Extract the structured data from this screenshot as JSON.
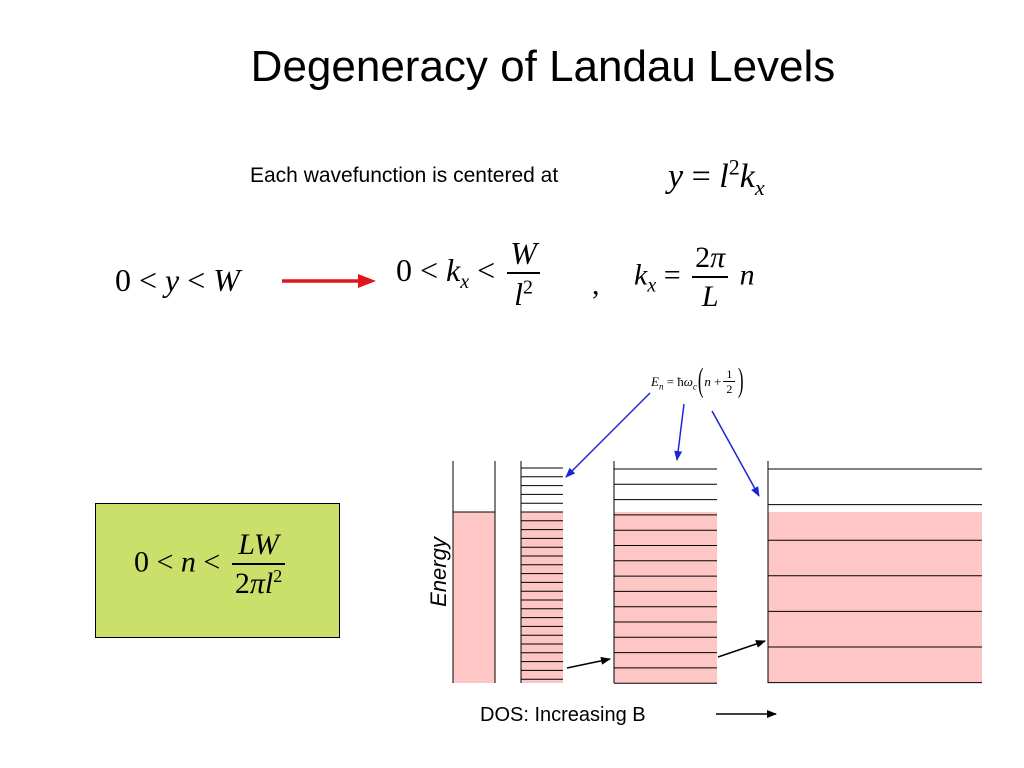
{
  "title": "Degeneracy of Landau Levels",
  "caption": "Each wavefunction is centered at",
  "energy_label": "Energy",
  "dos_label": "DOS:  Increasing B",
  "comma": ",",
  "colors": {
    "arrow_red": "#e0141b",
    "arrow_blue": "#1d24d6",
    "fill_pink": "#ffc6c6",
    "box_green": "#cbe06a"
  }
}
